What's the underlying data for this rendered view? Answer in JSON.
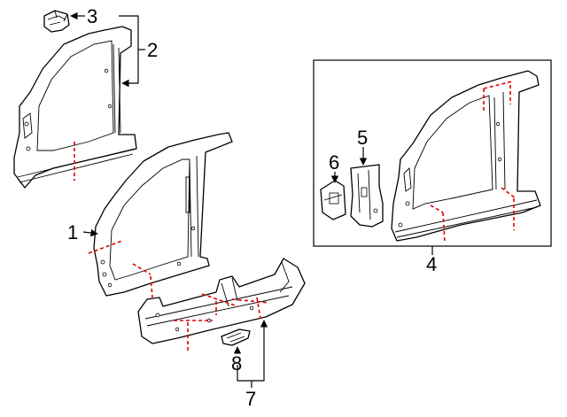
{
  "callouts": {
    "c1": "1",
    "c2": "2",
    "c3": "3",
    "c4": "4",
    "c5": "5",
    "c6": "6",
    "c7": "7",
    "c8": "8"
  },
  "colors": {
    "line": "#000000",
    "cut_line": "#e00000",
    "background": "#ffffff"
  }
}
